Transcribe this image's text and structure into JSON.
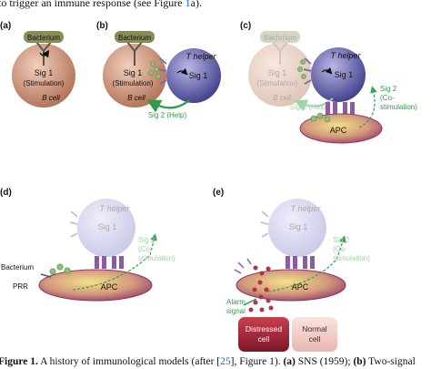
{
  "header": {
    "prefix": "to trigger an immune response (see Figure ",
    "link": "1",
    "suffix": "a)."
  },
  "panels": {
    "a": {
      "label": "(a)",
      "bacterium": "Bacterium",
      "sig1": "Sig 1",
      "stimulation": "(Stimulation)",
      "bcell": "B cell"
    },
    "b": {
      "label": "(b)",
      "bacterium": "Bacterium",
      "sig1_b": "Sig 1",
      "stimulation": "(Stimulation)",
      "bcell": "B cell",
      "thelper": "T helper",
      "sig1_t": "Sig 1",
      "sig2": "Sig 2 (Help)"
    },
    "c": {
      "label": "(c)",
      "bacterium": "Bacterium",
      "sig1_b": "Sig 1",
      "stimulation": "(Stimulation)",
      "bcell": "B cell",
      "thelper": "T helper",
      "sig1_t": "Sig 1",
      "sig2_help": "Sig 2 (Help)",
      "sig2": "Sig 2",
      "co": "(Co-",
      "stim": "stimulation)",
      "apc": "APC"
    },
    "d": {
      "label": "(d)",
      "thelper": "T helper",
      "sig1": "Sig 1",
      "sig2": "Sig 2",
      "co": "(Co-",
      "stim": "stimulation)",
      "apc": "APC",
      "bacterium": "Bacterium",
      "prr": "PRR"
    },
    "e": {
      "label": "(e)",
      "thelper": "T helper",
      "sig1": "Sig 1",
      "sig2": "Sig 2",
      "co": "(Co-",
      "stim": "stimulation)",
      "apc": "APC",
      "alarm1": "Alarm",
      "alarm2": "signal",
      "distressed1": "Distressed",
      "distressed2": "cell",
      "normal1": "Normal",
      "normal2": "cell"
    }
  },
  "caption": {
    "label": "Figure 1.",
    "prefix": " A history of immunological models (after [",
    "ref": "25",
    "middle": "], Figure 1). ",
    "a_label": "(a)",
    "a_text": " SNS (1959); ",
    "b_label": "(b)",
    "b_text": " Two-signal"
  },
  "colors": {
    "bcell": "#c98a6a",
    "thelper": "#5e5ba8",
    "apc": "#a8456e",
    "green_arrow": "#2f9a48",
    "distressed": "#a8223a",
    "normal": "#f2c9c3",
    "bacterium": "#8b8a5a",
    "receptor_purple": "#8e5aa6"
  }
}
